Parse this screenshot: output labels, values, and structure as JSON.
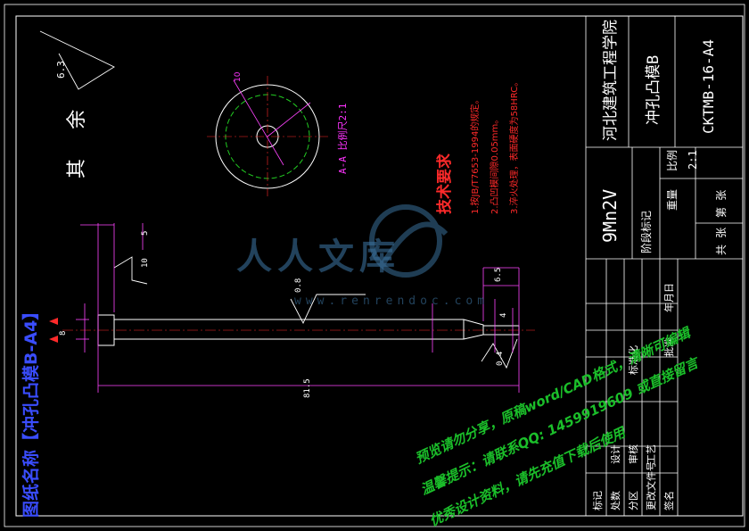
{
  "drawing_name_label": "图纸名称【冲孔凸模B-A4】",
  "roughness_general": "6.3",
  "roughness_other_label": "其 余",
  "section_label": "A-A 比例尺2:1",
  "tech_req": {
    "title": "技术要求",
    "items": [
      "1.按JB/T7653-1994的规定。",
      "2.凸凹模间隙0.05mm。",
      "3.淬火处理，表面硬度为58HRC。"
    ]
  },
  "dims": {
    "overall_length": "81.5",
    "roughness_shank": "0.8",
    "roughness_tip": "0.4",
    "tip_len": "6.5",
    "head_len": "5",
    "head_dia": "10",
    "small_dia": "4",
    "shank_dia": "8",
    "circle_dim": "10"
  },
  "title_block": {
    "school": "河北建筑工程学院",
    "part_name": "冲孔凸模B",
    "drawing_no": "CKTMB-16-A4",
    "material": "9Mn2V",
    "stage_label": "阶段标记",
    "weight_label": "重量",
    "scale_label": "比例",
    "scale": "2:1",
    "sheets_total": "共 张",
    "sheet_no": "第 张",
    "rev_headers": [
      "标记",
      "处数",
      "分区",
      "更改文件号",
      "签名",
      "年月日"
    ],
    "roles": [
      "设计",
      "审核",
      "工艺"
    ],
    "std_label": "标准化",
    "approve_label": "批准"
  },
  "watermarks": {
    "logo": "人人文库",
    "url": "www.renrendoc.com",
    "line1": "预览请勿分享，原稿word/CAD格式，清晰可编辑",
    "line2": "温馨提示：请联系QQ: 1459919609 或直接留言",
    "line3": "优秀设计资料，请先充值下载后使用"
  },
  "colors": {
    "background": "#000000",
    "line": "#ffffff",
    "dim": "#ff44ff",
    "text_red": "#ff2a2a",
    "center": "#ff2a2a",
    "green_circle": "#22cc22",
    "blue_label": "#3a4dff"
  }
}
